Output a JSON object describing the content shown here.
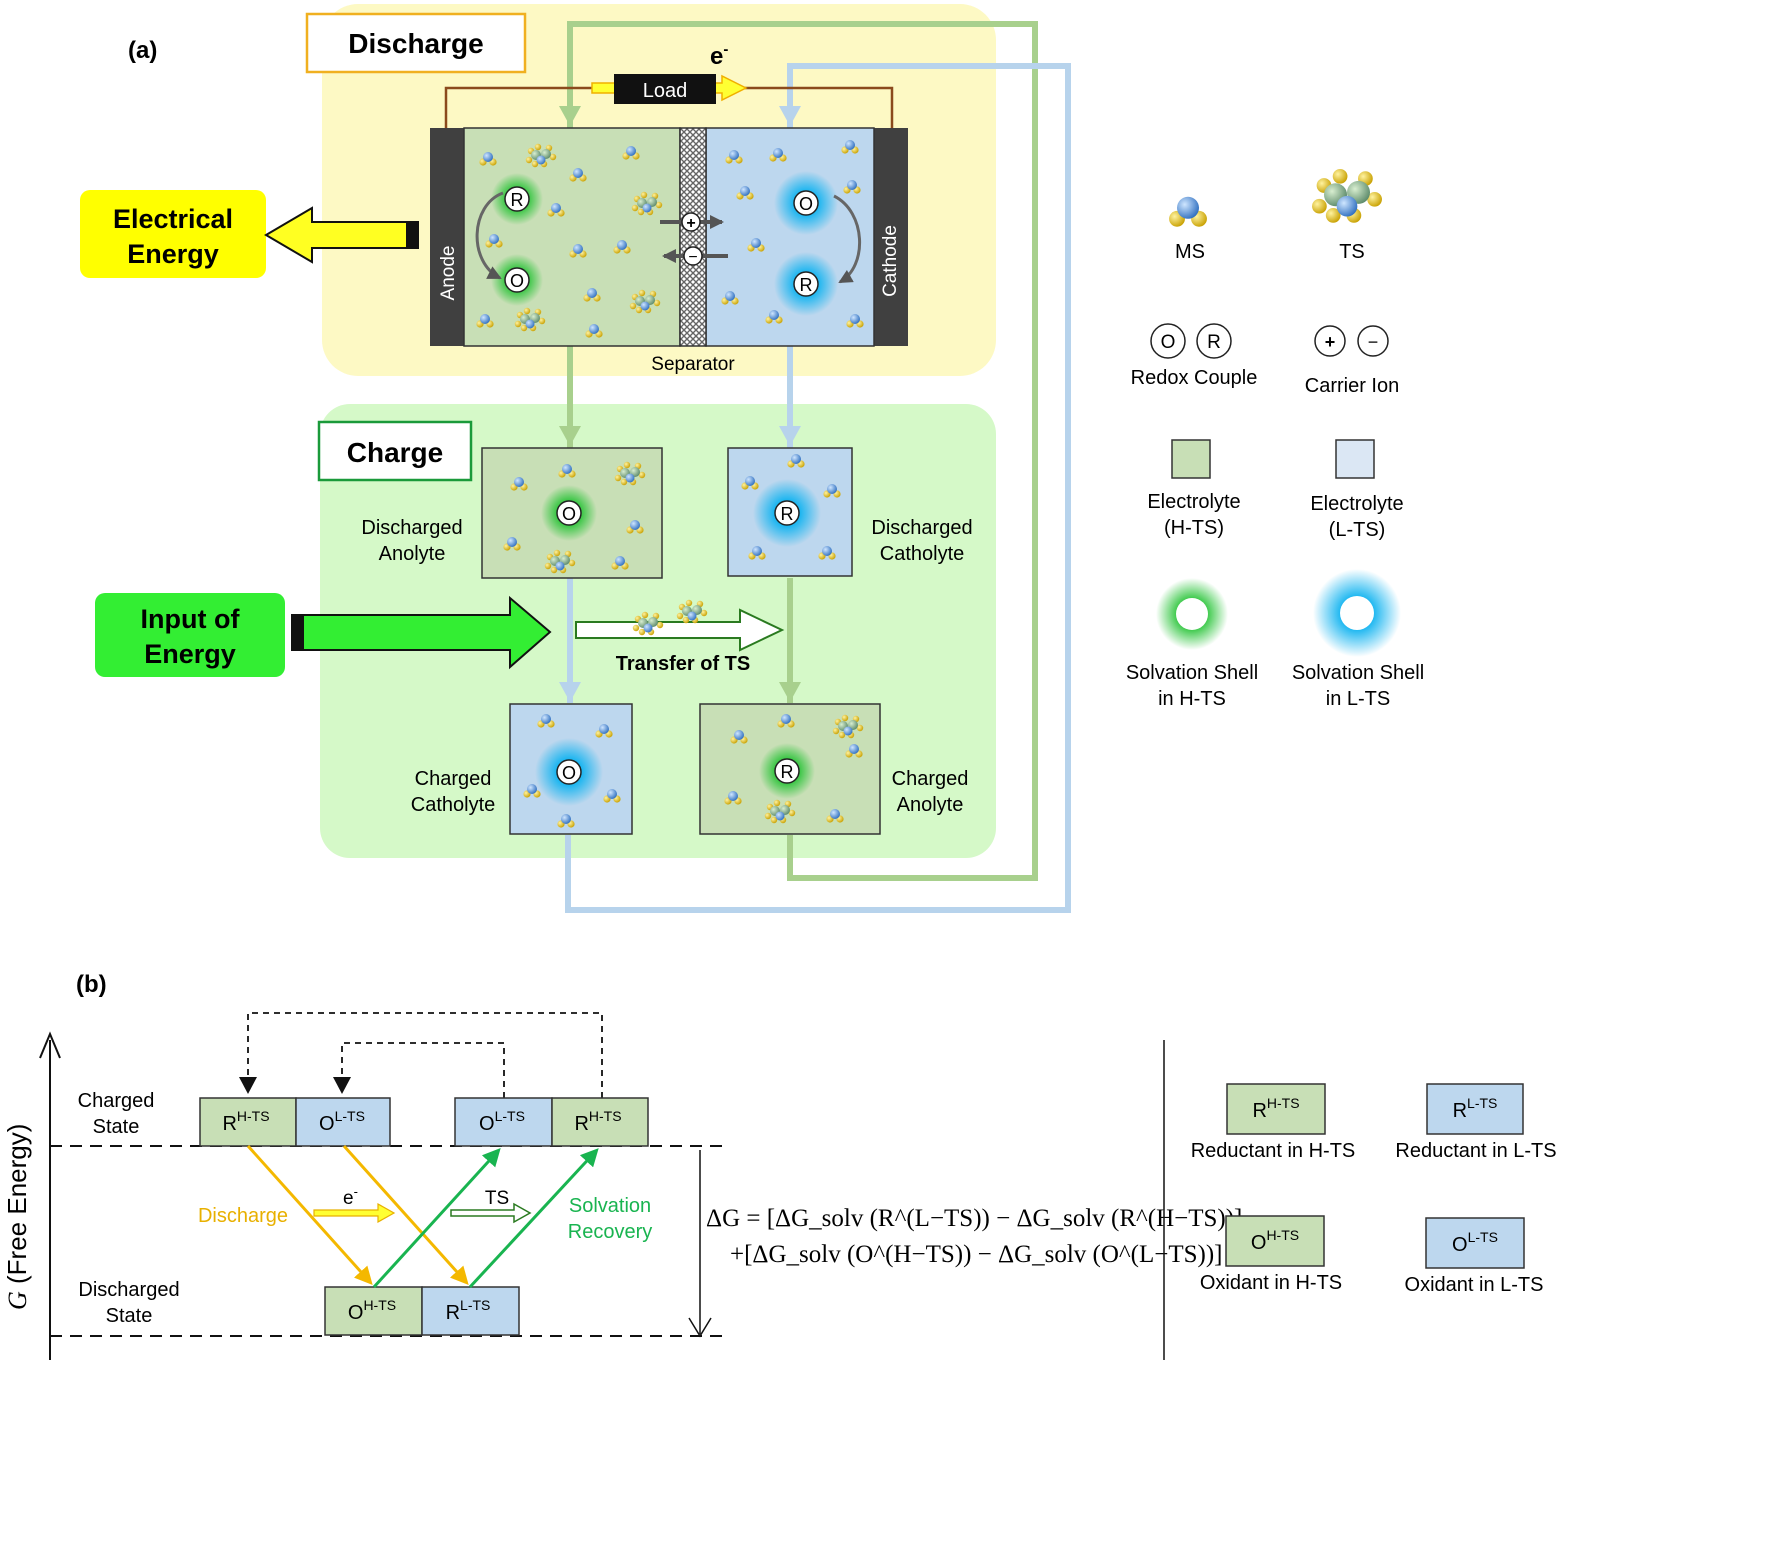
{
  "panel_a": {
    "label": "(a)",
    "discharge": {
      "title": "Discharge",
      "electron": "e",
      "electron_sup": "-",
      "load": "Load",
      "anode": "Anode",
      "cathode": "Cathode",
      "separator": "Separator",
      "output": [
        "Electrical",
        "Energy"
      ]
    },
    "charge": {
      "title": "Charge",
      "input": [
        "Input of",
        "Energy"
      ],
      "transfer": "Transfer of TS",
      "discharged_anolyte": [
        "Discharged",
        "Anolyte"
      ],
      "discharged_catholyte": [
        "Discharged",
        "Catholyte"
      ],
      "charged_catholyte": [
        "Charged",
        "Catholyte"
      ],
      "charged_anolyte": [
        "Charged",
        "Anolyte"
      ]
    },
    "symbols": {
      "oxidant": "O",
      "reductant": "R",
      "plus": "+",
      "minus": "−"
    },
    "legend": {
      "ms": "MS",
      "ts": "TS",
      "redox": "Redox Couple",
      "carrier": "Carrier Ion",
      "electrolyte_h": [
        "Electrolyte",
        "(H-TS)"
      ],
      "electrolyte_l": [
        "Electrolyte",
        "(L-TS)"
      ],
      "shell_h": [
        "Solvation Shell",
        "in H-TS"
      ],
      "shell_l": [
        "Solvation Shell",
        "in L-TS"
      ]
    }
  },
  "panel_b": {
    "label": "(b)",
    "y_axis": "(Free Energy)",
    "y_axis_symbol": "G",
    "charged_state": [
      "Charged",
      "State"
    ],
    "discharged_state": [
      "Discharged",
      "State"
    ],
    "boxes": {
      "r_h": {
        "base": "R",
        "sup": "H-TS"
      },
      "o_l": {
        "base": "O",
        "sup": "L-TS"
      },
      "o_h": {
        "base": "O",
        "sup": "H-TS"
      },
      "r_l": {
        "base": "R",
        "sup": "L-TS"
      }
    },
    "discharge": "Discharge",
    "electron": "e",
    "electron_sup": "-",
    "ts": "TS",
    "recovery": [
      "Solvation",
      "Recovery"
    ],
    "equation": {
      "line1": "ΔG = [ΔG_solv (R^(L−TS)) − ΔG_solv (R^(H−TS))]",
      "line2": "+[ΔG_solv (O^(H−TS)) − ΔG_solv (O^(L−TS))]"
    },
    "legend": {
      "r_h": "Reductant in H-TS",
      "r_l": "Reductant in L-TS",
      "o_h": "Oxidant in H-TS",
      "o_l": "Oxidant in L-TS"
    }
  },
  "colors": {
    "discharge_bg": "#fdf9c4",
    "charge_bg": "#d5f9c8",
    "h_ts": "#c8dfb6",
    "l_ts": "#bdd7ee",
    "green_shell": "#22c232",
    "blue_shell": "#14b4f0",
    "yellow": "#ffff00",
    "bright_green": "#33ee33",
    "discharge_text": "#e8b000",
    "recovery_text": "#19b450"
  }
}
